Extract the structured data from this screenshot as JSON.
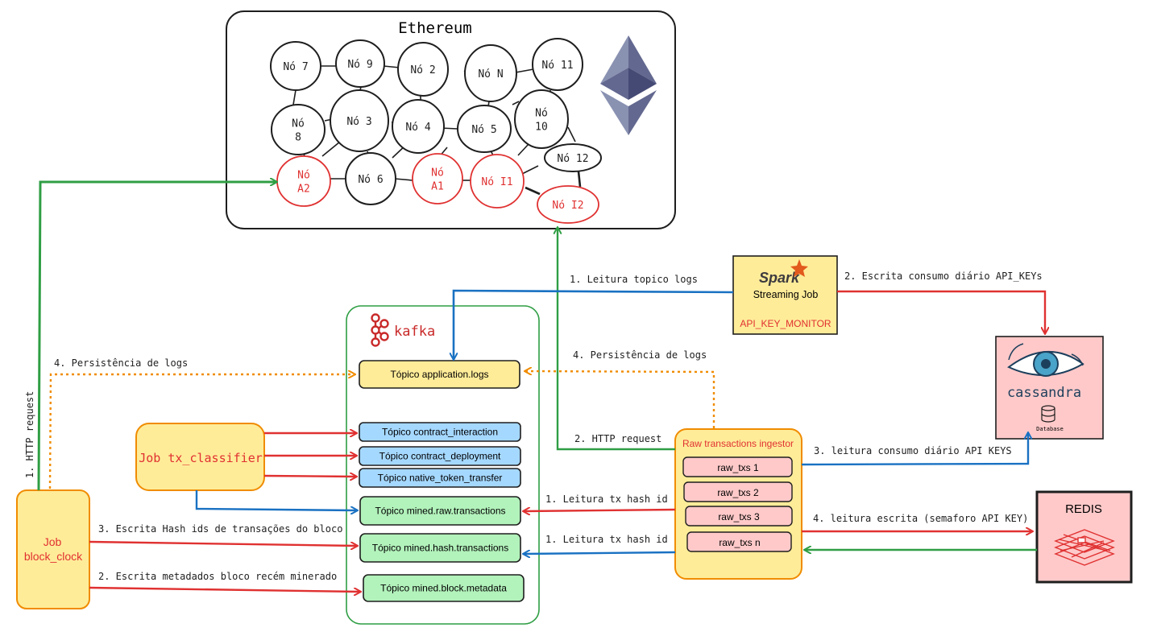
{
  "ethereum": {
    "title": "Ethereum",
    "nodes": [
      {
        "id": "n7",
        "label": "Nó 7",
        "kind": "normal"
      },
      {
        "id": "n9",
        "label": "Nó 9",
        "kind": "normal"
      },
      {
        "id": "n2",
        "label": "Nó 2",
        "kind": "normal"
      },
      {
        "id": "nN",
        "label": "Nó N",
        "kind": "normal"
      },
      {
        "id": "n11",
        "label": "Nó 11",
        "kind": "normal"
      },
      {
        "id": "n8",
        "label": "Nó\n8",
        "kind": "normal"
      },
      {
        "id": "n3",
        "label": "Nó 3",
        "kind": "normal"
      },
      {
        "id": "n4",
        "label": "Nó 4",
        "kind": "normal"
      },
      {
        "id": "n5",
        "label": "Nó 5",
        "kind": "normal"
      },
      {
        "id": "n10",
        "label": "Nó\n10",
        "kind": "normal"
      },
      {
        "id": "n12",
        "label": "Nó 12",
        "kind": "normal"
      },
      {
        "id": "nA2",
        "label": "Nó\nA2",
        "kind": "red"
      },
      {
        "id": "n6",
        "label": "Nó 6",
        "kind": "normal"
      },
      {
        "id": "nA1",
        "label": "Nó\nA1",
        "kind": "red"
      },
      {
        "id": "nI1",
        "label": "Nó I1",
        "kind": "red"
      },
      {
        "id": "nI2",
        "label": "Nó I2",
        "kind": "red"
      }
    ]
  },
  "kafka": {
    "logo_text": "kafka",
    "topics": [
      {
        "id": "t_logs",
        "label": "Tópico application.logs",
        "color": "#ffec99"
      },
      {
        "id": "t_ci",
        "label": "Tópico contract_interaction",
        "color": "#a5d8ff"
      },
      {
        "id": "t_cd",
        "label": "Tópico contract_deployment",
        "color": "#a5d8ff"
      },
      {
        "id": "t_nt",
        "label": "Tópico native_token_transfer",
        "color": "#a5d8ff"
      },
      {
        "id": "t_raw",
        "label": "Tópico mined.raw.transactions",
        "color": "#b2f2bb"
      },
      {
        "id": "t_hash",
        "label": "Tópico mined.hash.transactions",
        "color": "#b2f2bb"
      },
      {
        "id": "t_meta",
        "label": "Tópico mined.block.metadata",
        "color": "#b2f2bb"
      }
    ]
  },
  "spark": {
    "logo_text": "Spark",
    "title": "Streaming Job",
    "subtitle": "API_KEY_MONITOR"
  },
  "cassandra": {
    "logo_text": "cassandra",
    "db_label": "Database"
  },
  "redis": {
    "title": "REDIS"
  },
  "tx_classifier": {
    "label": "Job tx_classifier"
  },
  "block_clock": {
    "line1": "Job",
    "line2": "block_clock"
  },
  "ingestor": {
    "title": "Raw transactions ingestor",
    "items": [
      "raw_txs 1",
      "raw_txs 2",
      "raw_txs 3",
      "raw_txs n"
    ]
  },
  "labels": {
    "http_vertical": "1. HTTP request",
    "persist_left": "4. Persistência de logs",
    "persist_right": "4. Persistência de logs",
    "read_logs": "1. Leitura topico logs",
    "write_api": "2. Escrita consumo diário API_KEYs",
    "http_ingestor": "2. HTTP request",
    "read_hash_1": "1. Leitura tx hash id",
    "read_hash_2": "1. Leitura tx hash id",
    "read_api_keys": "3. leitura consumo diário API KEYS",
    "redis_rw": "4. leitura escrita (semaforo API KEY)",
    "write_hash": "3. Escrita Hash ids de transações do bloco",
    "write_meta": "2. Escrita metadados bloco recém minerado"
  },
  "colors": {
    "red": "#e03131",
    "green": "#2f9e44",
    "blue": "#1971c2",
    "orange": "#f08c00",
    "yellow": "#ffec99",
    "pink": "#ffc9c9"
  }
}
